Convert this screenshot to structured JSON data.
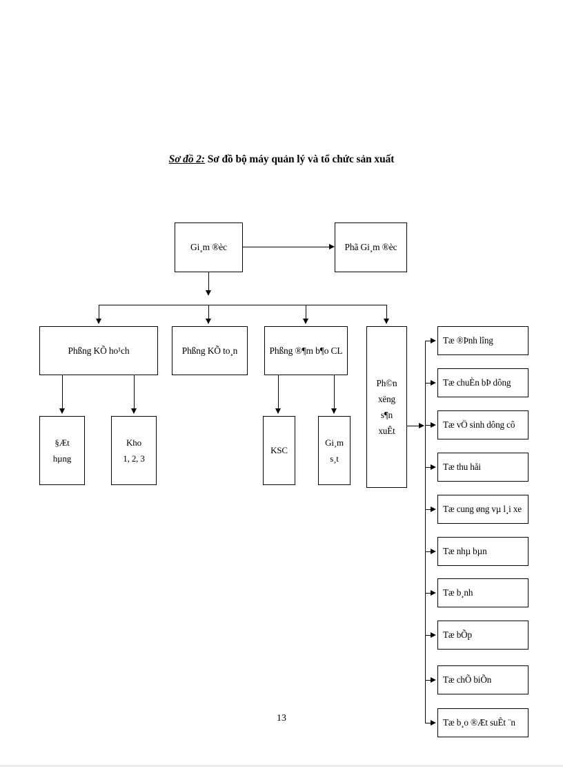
{
  "document": {
    "page_number": "13",
    "title_lead": "Sơ đồ 2:",
    "title_rest": " Sơ đồ bộ máy quản lý và tổ chức sản xuất"
  },
  "chart_data": {
    "type": "diagram",
    "diagram_kind": "organizational-chart",
    "title": "Sơ đồ 2: Sơ đồ bộ máy quản lý và tổ chức sản xuất",
    "note": "Text is rendered in legacy VNI/TCVN3 mojibake encoding as it appears in the scan.",
    "levels": [
      {
        "level": 1,
        "nodes": [
          {
            "id": "giam-doc",
            "label": "Gi¸m ®èc",
            "unicode": "Giám đốc"
          },
          {
            "id": "pho-giam-doc",
            "label": "Phã Gi¸m ®èc",
            "unicode": "Phó Giám đốc"
          }
        ]
      },
      {
        "level": 2,
        "nodes": [
          {
            "id": "phong-ke-hoach",
            "label": "Phßng KÕ ho¹ch",
            "unicode": "Phòng Kế hoạch"
          },
          {
            "id": "phong-ke-toan",
            "label": "Phßng KÕ to¸n",
            "unicode": "Phòng Kế toán"
          },
          {
            "id": "phong-dam-bao-cl",
            "label": "Phßng ®¶m b¶o CL",
            "unicode": "Phòng đảm bảo CL"
          },
          {
            "id": "phan-xuong-san-xuat",
            "label": "Ph©n xëng s¶n xuÊt",
            "unicode": "Phân xưởng sản xuất"
          }
        ]
      },
      {
        "level": 3,
        "nodes": [
          {
            "id": "dat-hang",
            "label": "§Æt hµng",
            "unicode": "Đặt hàng"
          },
          {
            "id": "kho",
            "label": "Kho 1, 2, 3",
            "unicode": "Kho 1, 2, 3"
          },
          {
            "id": "ksc",
            "label": "KSC",
            "unicode": "KSC"
          },
          {
            "id": "giam-sat",
            "label": "Gi¸m s¸t",
            "unicode": "Giám sát"
          }
        ]
      }
    ],
    "edges": [
      {
        "from": "giam-doc",
        "to": "pho-giam-doc",
        "style": "arrow-right"
      },
      {
        "from": "giam-doc",
        "to": "phong-ke-hoach",
        "style": "arrow-down"
      },
      {
        "from": "giam-doc",
        "to": "phong-ke-toan",
        "style": "arrow-down"
      },
      {
        "from": "giam-doc",
        "to": "phong-dam-bao-cl",
        "style": "arrow-down"
      },
      {
        "from": "giam-doc",
        "to": "phan-xuong-san-xuat",
        "style": "arrow-down"
      },
      {
        "from": "phong-ke-hoach",
        "to": "dat-hang",
        "style": "arrow-down"
      },
      {
        "from": "phong-ke-hoach",
        "to": "kho",
        "style": "arrow-down"
      },
      {
        "from": "phong-dam-bao-cl",
        "to": "ksc",
        "style": "arrow-down"
      },
      {
        "from": "phong-dam-bao-cl",
        "to": "giam-sat",
        "style": "arrow-down"
      },
      {
        "from": "phan-xuong-san-xuat",
        "to": "to-list",
        "style": "arrow-right-bus"
      }
    ]
  },
  "nodes": {
    "giam_doc": "Gi¸m ®èc",
    "pho_giam_doc": "Phã Gi¸m ®èc",
    "phong_ke_hoach": "Phßng KÕ ho¹ch",
    "phong_ke_toan": "Phßng KÕ to¸n",
    "phong_dam_bao_cl": "Phßng ®¶m b¶o CL",
    "dat_hang_l1": "§Æt",
    "dat_hang_l2": "hµng",
    "kho_l1": "Kho",
    "kho_l2": "1, 2, 3",
    "ksc": "KSC",
    "giam_sat_l1": "Gi¸m",
    "giam_sat_l2": "s¸t",
    "phan_xuong": {
      "l1": "Ph©n",
      "l2": "xëng",
      "l3": "s¶n",
      "l4": "xuÊt"
    }
  },
  "to_list": [
    {
      "label": "Tæ ®Þnh lîng",
      "unicode": "Tổ định lượng"
    },
    {
      "label": "Tæ chuÈn bÞ dông",
      "unicode": "Tổ chuẩn bị dụng"
    },
    {
      "label": "Tæ vÖ sinh dông cô",
      "unicode": "Tổ vệ sinh dụng cụ"
    },
    {
      "label": "Tæ thu håi",
      "unicode": "Tổ thu hồi"
    },
    {
      "label": "Tæ cung øng vµ l¸i xe",
      "unicode": "Tổ cung ứng và lái xe"
    },
    {
      "label": "Tæ nhµ bµn",
      "unicode": "Tổ nhà bàn"
    },
    {
      "label": "Tæ b¸nh",
      "unicode": "Tổ bánh"
    },
    {
      "label": "Tæ bÕp",
      "unicode": "Tổ bếp"
    },
    {
      "label": "Tæ chÕ biÕn",
      "unicode": "Tổ chế biến"
    },
    {
      "label": "Tæ b¸o ®Æt suÊt ¨n",
      "unicode": "Tổ báo đặt suất ăn"
    }
  ]
}
